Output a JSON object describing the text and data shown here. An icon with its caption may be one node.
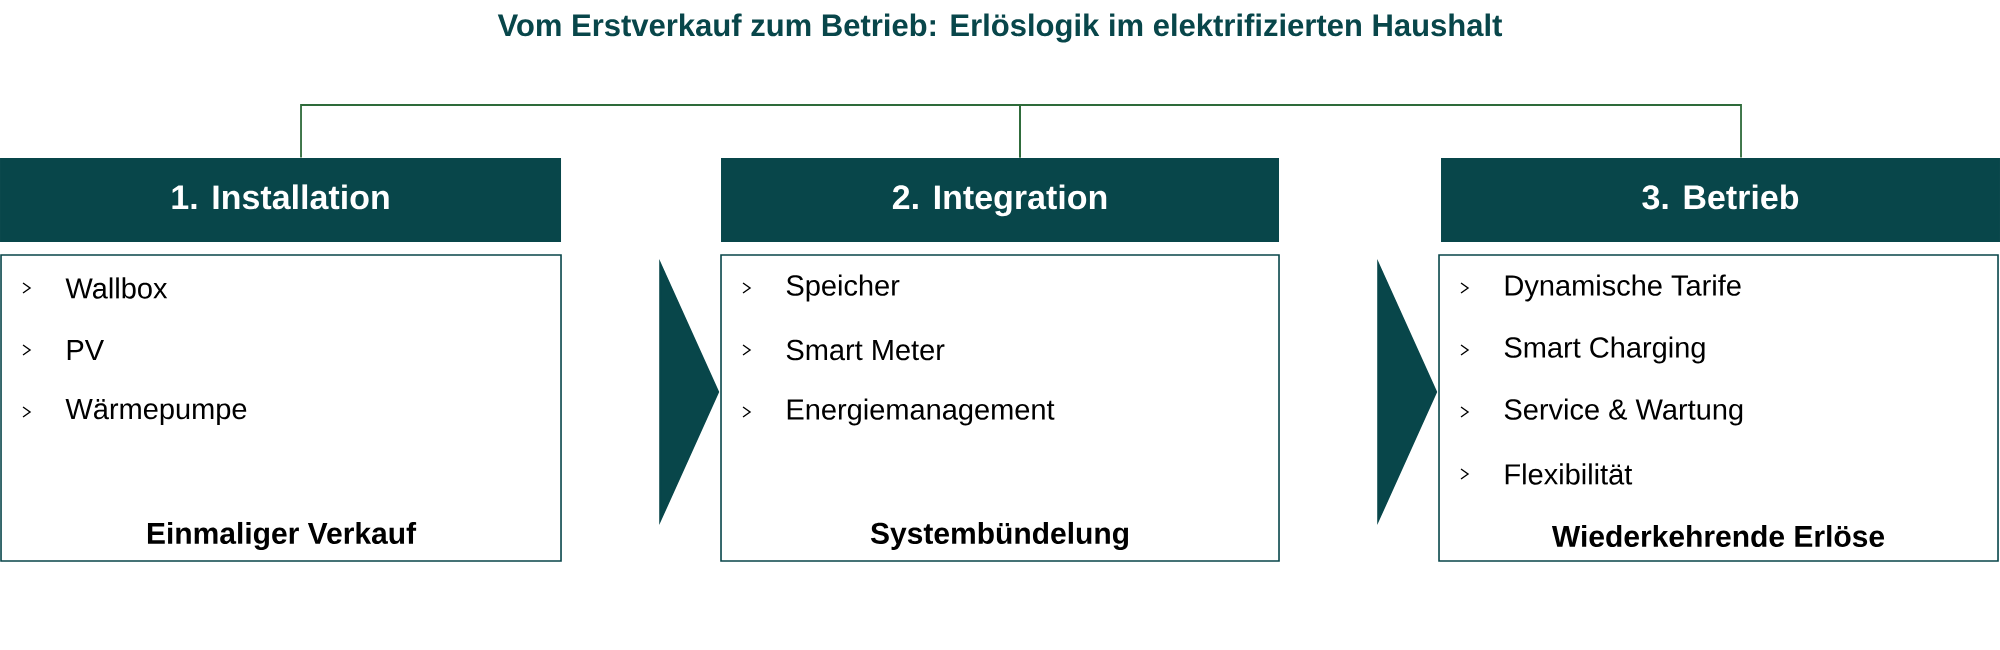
{
  "diagram": {
    "title": "Vom Erstverkauf zum Betrieb: Erlöslogik im elektrifizierten Haushalt",
    "nodes": [
      {
        "text": [
          "1. Installation"
        ]
      },
      {
        "text": [
          "Wallbox",
          "PV",
          "Wärmepumpe",
          "Einmaliger Verkauf"
        ]
      },
      {
        "text": [
          "2. Integration"
        ]
      },
      {
        "text": [
          "Speicher",
          "Smart Meter",
          "Energiemanagement",
          "Systembündelung"
        ]
      },
      {
        "text": [
          "3. Betrieb"
        ]
      },
      {
        "text": [
          "Dynamische Tarife",
          "Smart Charging",
          "Service & Wartung",
          "Flexibilität",
          "Wiederkehrende Erlöse"
        ]
      }
    ],
    "edges": [
      {
        "from": 0,
        "to": 2,
        "arrow": "none"
      },
      {
        "from": 2,
        "to": 4,
        "arrow": "none"
      },
      {
        "from": 1,
        "to": 3,
        "arrow": "to"
      },
      {
        "from": 3,
        "to": 5,
        "arrow": "to"
      }
    ]
  }
}
